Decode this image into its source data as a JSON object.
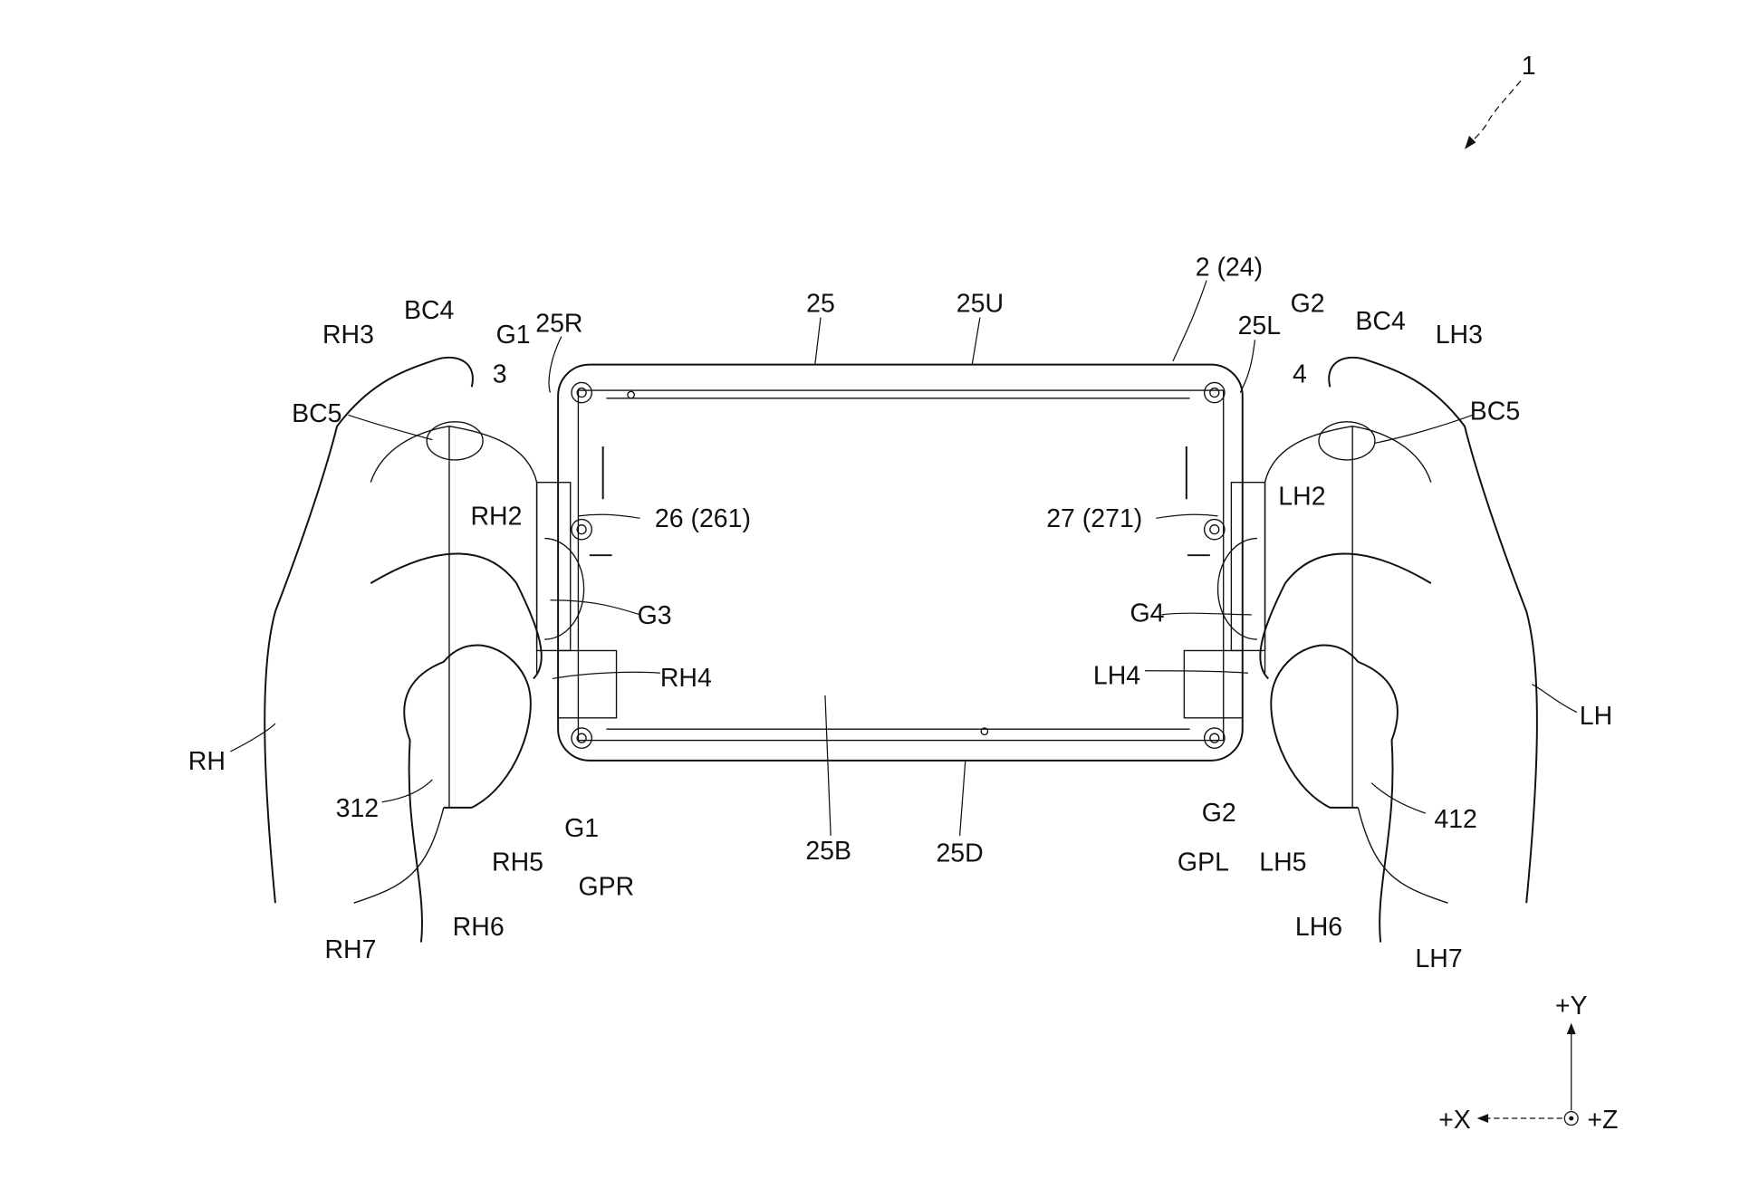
{
  "figure_number": "1",
  "labels": {
    "device": "2 (24)",
    "body": "25",
    "upper": "25U",
    "right_side": "25R",
    "left_side": "25L",
    "back": "25B",
    "bottom": "25D",
    "g1_top": "G1",
    "g1_bottom": "G1",
    "g2_top": "G2",
    "g2_bottom": "G2",
    "g3": "G3",
    "g4": "G4",
    "right_grip": "3",
    "left_grip": "4",
    "bc4_right": "BC4",
    "bc4_left": "BC4",
    "bc5_right": "BC5",
    "bc5_left": "BC5",
    "rh": "RH",
    "rh2": "RH2",
    "rh3": "RH3",
    "rh4": "RH4",
    "rh5": "RH5",
    "rh6": "RH6",
    "rh7": "RH7",
    "lh": "LH",
    "lh2": "LH2",
    "lh3": "LH3",
    "lh4": "LH4",
    "lh5": "LH5",
    "lh6": "LH6",
    "lh7": "LH7",
    "part_26": "26 (261)",
    "part_27": "27 (271)",
    "part_312": "312",
    "part_412": "412",
    "gpr": "GPR",
    "gpl": "GPL"
  },
  "axes": {
    "y": "+Y",
    "x": "+X",
    "z": "+Z"
  }
}
